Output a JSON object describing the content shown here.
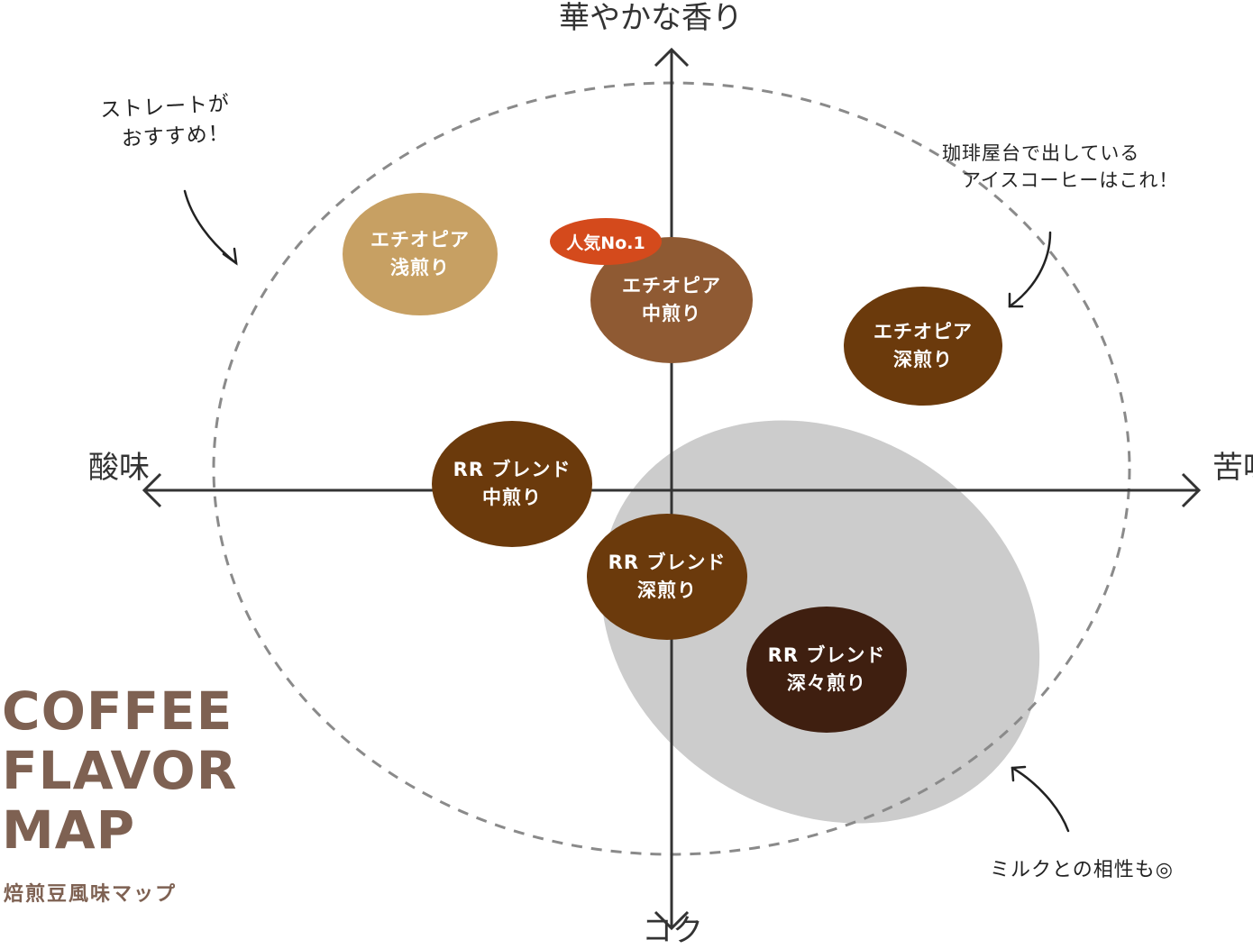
{
  "axes": {
    "top": "華やかな香り",
    "bottom": "コク",
    "left": "酸味",
    "right": "苦味"
  },
  "title": {
    "line1": "COFFEE",
    "line2": "FLAVOR",
    "line3": "MAP",
    "subtitle": "焙煎豆風味マップ"
  },
  "beans": [
    {
      "line1": "エチオピア",
      "line2": "浅煎り",
      "color": "#c7a063"
    },
    {
      "line1": "エチオピア",
      "line2": "中煎り",
      "color": "#8f5a33"
    },
    {
      "line1": "エチオピア",
      "line2": "深煎り",
      "color": "#6b3a0c"
    },
    {
      "line1": "RR ブレンド",
      "line2": "中煎り",
      "color": "#6b3a0c"
    },
    {
      "line1": "RR ブレンド",
      "line2": "深煎り",
      "color": "#6b3a0c"
    },
    {
      "line1": "RR ブレンド",
      "line2": "深々煎り",
      "color": "#3f1f10"
    }
  ],
  "badge": {
    "label": "人気No.1",
    "color": "#d44a1c"
  },
  "notes": {
    "straight": {
      "line1": "ストレートが",
      "line2": "おすすめ！"
    },
    "iced": {
      "line1": "珈琲屋台で出している",
      "line2": "アイスコーヒーはこれ！"
    },
    "milk": {
      "line1": "ミルクとの相性も◎"
    }
  },
  "colors": {
    "title": "#7e6152",
    "milk_zone": "#cccccc",
    "axis": "#333333",
    "dashed_ellipse": "#8a8a8a"
  }
}
